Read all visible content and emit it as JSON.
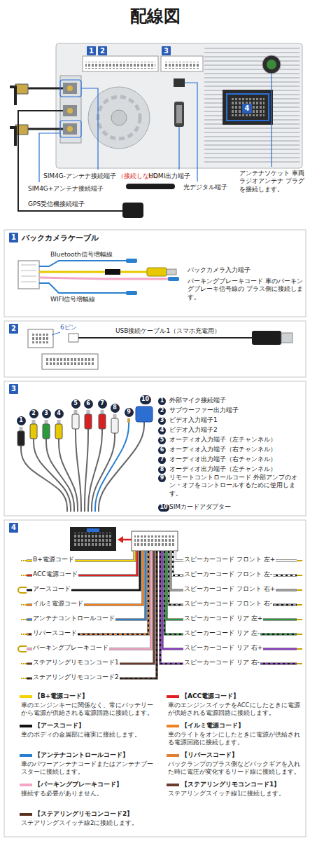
{
  "diagram": {
    "title": "配線図",
    "nodes": [
      {
        "text": [
          "1"
        ]
      },
      {
        "text": [
          "2"
        ]
      },
      {
        "text": [
          "3"
        ]
      },
      {
        "text": [
          "4"
        ]
      },
      {
        "text": [
          "1"
        ]
      },
      {
        "text": [
          "2"
        ]
      },
      {
        "text": [
          "3"
        ]
      },
      {
        "text": [
          "4"
        ]
      },
      {
        "text": [
          "1"
        ]
      },
      {
        "text": [
          "2"
        ]
      },
      {
        "text": [
          "3"
        ]
      },
      {
        "text": [
          "4"
        ]
      },
      {
        "text": [
          "5"
        ]
      },
      {
        "text": [
          "6"
        ]
      },
      {
        "text": [
          "7"
        ]
      },
      {
        "text": [
          "8"
        ]
      },
      {
        "text": [
          "9"
        ]
      },
      {
        "text": [
          "10"
        ]
      },
      {
        "text": [
          "1"
        ]
      },
      {
        "text": [
          "2"
        ]
      },
      {
        "text": [
          "3"
        ]
      },
      {
        "text": [
          "4"
        ]
      },
      {
        "text": [
          "5"
        ]
      },
      {
        "text": [
          "6"
        ]
      },
      {
        "text": [
          "7"
        ]
      },
      {
        "text": [
          "8"
        ]
      },
      {
        "text": [
          "9"
        ]
      },
      {
        "text": [
          "10"
        ]
      }
    ],
    "labels": [
      "SIM4G-アンテナ接続端子",
      "（接続しない）",
      "SIM4G+アンテナ接続端子",
      "GPS受信機接続端子",
      "HDMI出力端子",
      "光デジタル端子",
      "アンテナソケット 車両ラジオアンテナ プラグを接続します。",
      "バックカメラケーブル",
      "Bluetooth信号増幅線",
      "WIFI信号増幅線",
      "バックカメラ入力端子",
      "パーキングブレーキコード 車のパーキングブレーキ信号線の プラス側に接続します。",
      "6ピン",
      "USB接続ケーブル1（スマホ充電用）",
      "外部マイク接続端子",
      "サブウーファー出力端子",
      "ビデオ入力端子1",
      "ビデオ入力端子2",
      "オーディオ入力端子（左チャンネル）",
      "オーディオ入力端子（右チャンネル）",
      "オーディオ出力端子（右チャンネル）",
      "オーディオ出力端子（左チャンネル）",
      "リモートコントロールコード 外部アンプのオン・オフをコントロールするために使用します。",
      "SIMカードアダプター",
      "B+電源コード",
      "ACC電源コード",
      "アースコード",
      "イルミ電源コード",
      "アンテナコントロールコード",
      "リバースコード",
      "パーキングブレーキコード",
      "ステアリングリモコンコード1",
      "ステアリングリモコンコード2",
      "スピーカーコード フロント 左+",
      "スピーカーコード フロント 左-",
      "スピーカーコード フロント 右+",
      "スピーカーコード フロント 右-",
      "スピーカーコード リア 左+",
      "スピーカーコード リア 左-",
      "スピーカーコード リア 右+",
      "スピーカーコード リア 右-",
      "車のエンジンキーに関係なく、常にバッテリーから電源が供給される電源回路に接続します。",
      "車のエンジンスイッチをACCにしたときに電源が供給される電源回路に接続します。",
      "車のボディの金属部に確実に接続します。",
      "車のライトをオンにしたときに電源が供給される電源回路に接続します。",
      "車のパワーアンテナコードまたはアンテナブースターに接続します。",
      "バックランプのプラス側などバックギアを入れた時に電圧が変化するリード線に接続します。",
      "接続する必要がありません。",
      "ステアリングスイッチ線1に接続します。",
      "ステアリングスイッチ線2に接続します。"
    ],
    "legend": [
      {
        "text": "【B+電源コード】",
        "color": "#f3d200"
      },
      {
        "text": "【ACC電源コード】",
        "color": "#e02020"
      },
      {
        "text": "【アースコード】",
        "color": "#111111"
      },
      {
        "text": "【イルミ電源コード】",
        "color": "#f08020"
      },
      {
        "text": "【アンテナコントロールコード】",
        "color": "#2a7fd0"
      },
      {
        "text": "【リバースコード】",
        "color": "#e08030"
      },
      {
        "text": "【パーキングブレーキコード】",
        "color": "#f4a6c6"
      },
      {
        "text": "【ステアリングリモコンコード1】",
        "color": "#6b3a2a"
      },
      {
        "text": "【ステアリングリモコンコード2】",
        "color": "#5a3020"
      }
    ]
  }
}
